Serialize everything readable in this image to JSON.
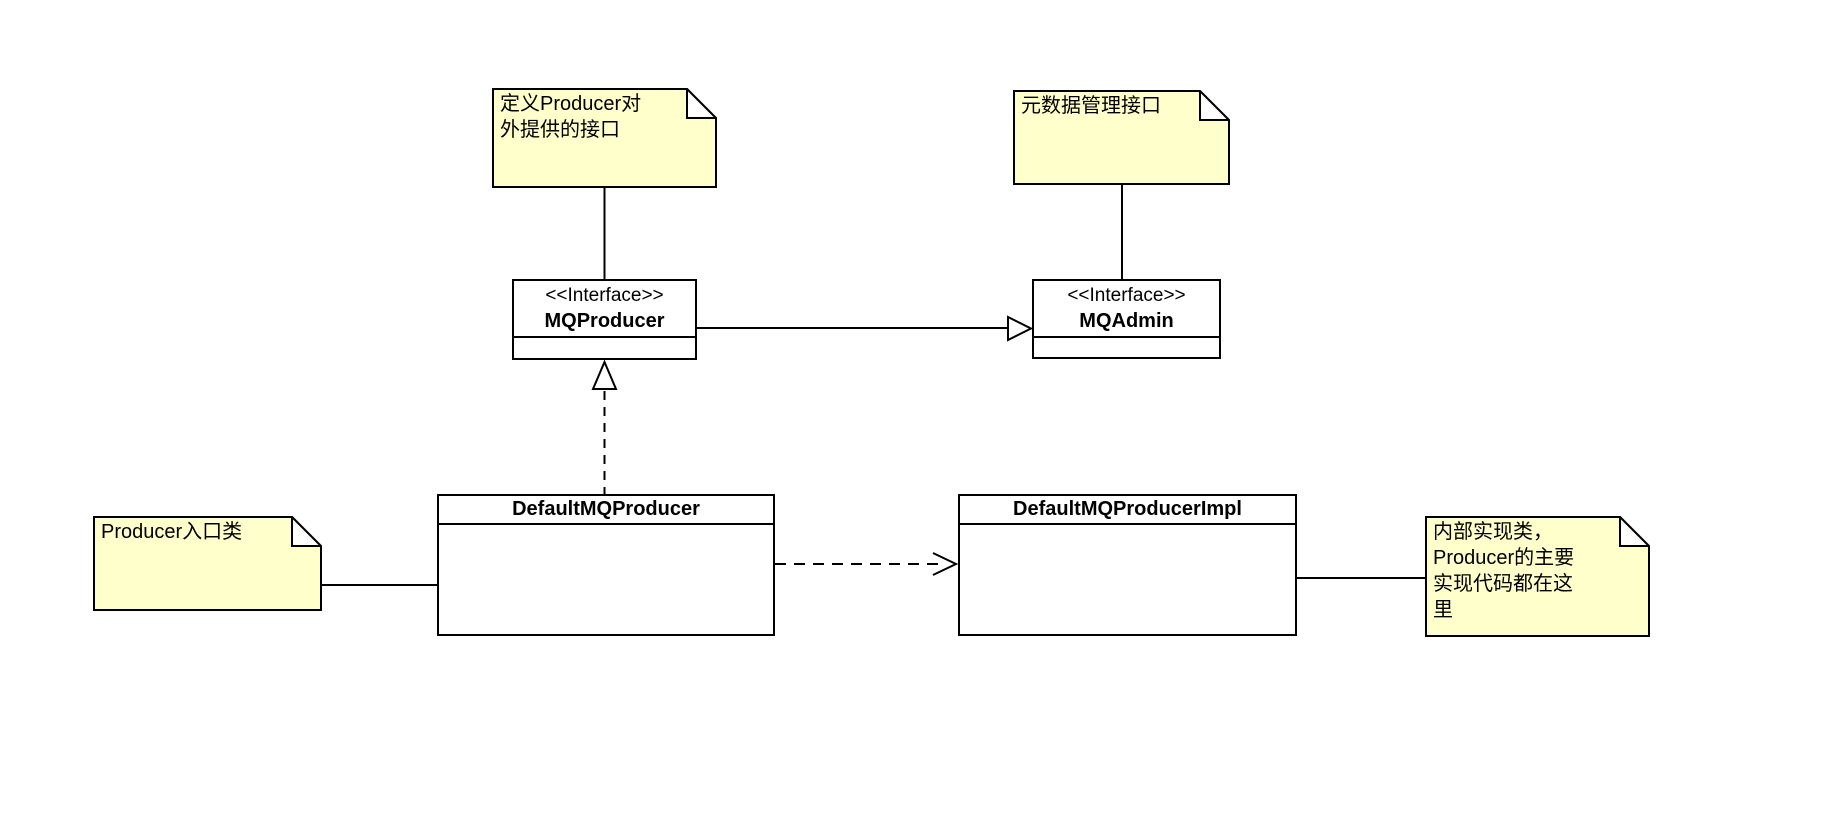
{
  "diagram": {
    "type": "uml-class-diagram",
    "background_color": "#ffffff",
    "note_fill_color": "#ffffcc",
    "node_fill_color": "#ffffff",
    "stroke_color": "#000000"
  },
  "notes": [
    {
      "id": "note-producer-interface",
      "text": "定义Producer对\n外提供的接口",
      "attached_to": "MQProducer"
    },
    {
      "id": "note-metadata-interface",
      "text": "元数据管理接口",
      "attached_to": "MQAdmin"
    },
    {
      "id": "note-producer-entry",
      "text": "Producer入口类",
      "attached_to": "DefaultMQProducer"
    },
    {
      "id": "note-impl-detail",
      "text": "内部实现类，\nProducer的主要\n实现代码都在这\n里",
      "attached_to": "DefaultMQProducerImpl"
    }
  ],
  "interfaces": [
    {
      "stereotype": "<<Interface>>",
      "name": "MQProducer"
    },
    {
      "stereotype": "<<Interface>>",
      "name": "MQAdmin"
    }
  ],
  "classes": [
    {
      "name": "DefaultMQProducer"
    },
    {
      "name": "DefaultMQProducerImpl"
    }
  ],
  "relationships": [
    {
      "from": "MQProducer",
      "to": "MQAdmin",
      "type": "generalization",
      "line": "solid",
      "arrowhead": "hollow-triangle"
    },
    {
      "from": "DefaultMQProducer",
      "to": "MQProducer",
      "type": "realization",
      "line": "dashed",
      "arrowhead": "hollow-triangle"
    },
    {
      "from": "DefaultMQProducer",
      "to": "DefaultMQProducerImpl",
      "type": "dependency",
      "line": "dashed",
      "arrowhead": "open"
    },
    {
      "from": "note-producer-interface",
      "to": "MQProducer",
      "type": "anchor",
      "line": "solid",
      "arrowhead": "none"
    },
    {
      "from": "note-metadata-interface",
      "to": "MQAdmin",
      "type": "anchor",
      "line": "solid",
      "arrowhead": "none"
    },
    {
      "from": "note-producer-entry",
      "to": "DefaultMQProducer",
      "type": "anchor",
      "line": "solid",
      "arrowhead": "none"
    },
    {
      "from": "note-impl-detail",
      "to": "DefaultMQProducerImpl",
      "type": "anchor",
      "line": "solid",
      "arrowhead": "none"
    }
  ]
}
